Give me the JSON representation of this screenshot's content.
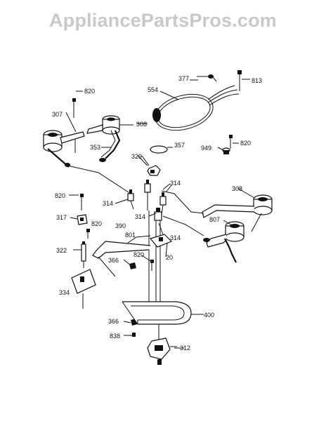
{
  "watermark": "AppliancePartsPros.com",
  "labels": {
    "p377": "377",
    "p813": "813",
    "p554": "554",
    "p820a": "820",
    "p307": "307",
    "p308a": "308",
    "p353": "353",
    "p329": "329",
    "p357": "357",
    "p949": "949",
    "p820b": "820",
    "p820c": "820",
    "p314a": "314",
    "p314b": "314",
    "p314c": "314",
    "p314d": "314",
    "p308b": "308",
    "p317": "317",
    "p820d": "820",
    "p390": "390",
    "p801": "801",
    "p807": "807",
    "p322": "322",
    "p820e": "820",
    "p20": "20",
    "p366a": "366",
    "p334": "334",
    "p400": "400",
    "p366b": "366",
    "p838": "838",
    "p312": "312"
  }
}
